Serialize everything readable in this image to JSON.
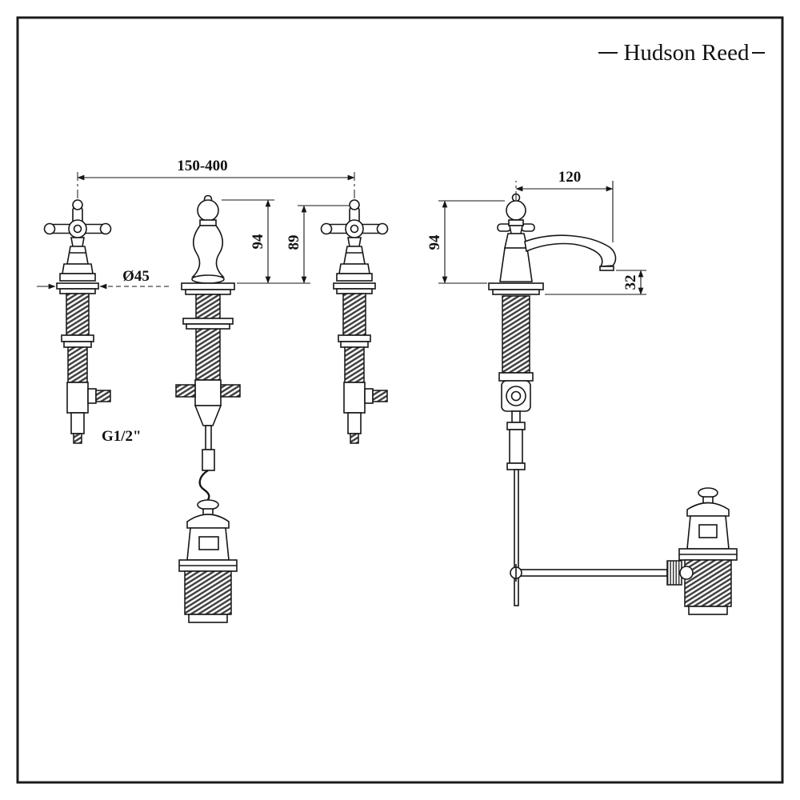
{
  "brand": "Hudson Reed",
  "views": {
    "front": {
      "dim_width": "150-400",
      "dim_spout_height": "94",
      "dim_handle_height": "89",
      "dim_diameter": "Ø45",
      "dim_thread": "G1/2\""
    },
    "side": {
      "dim_reach": "120",
      "dim_height": "94",
      "dim_drop": "32"
    }
  },
  "colors": {
    "ink": "#161616",
    "background": "#ffffff"
  }
}
